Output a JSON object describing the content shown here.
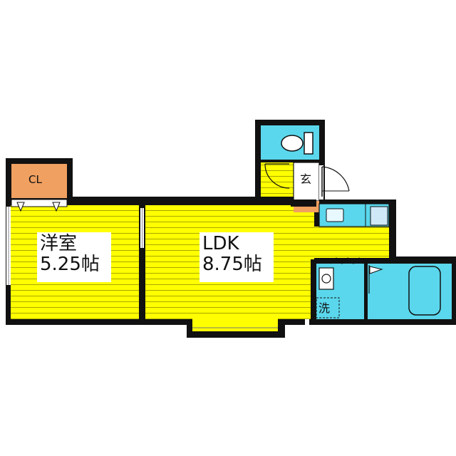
{
  "rooms": {
    "western": {
      "name": "洋室",
      "size": "5.25帖"
    },
    "ldk": {
      "name": "LDK",
      "size": "8.75帖"
    },
    "closet": {
      "label": "CL"
    },
    "entrance": {
      "label": "玄"
    },
    "washer": {
      "label": "洗"
    }
  },
  "colors": {
    "floor_yellow": "#ffff00",
    "wet_area_cyan": "#5ad7ec",
    "closet_orange": "#f0a060",
    "wall": "#111111",
    "kitchen_light": "#cfe8f8"
  }
}
